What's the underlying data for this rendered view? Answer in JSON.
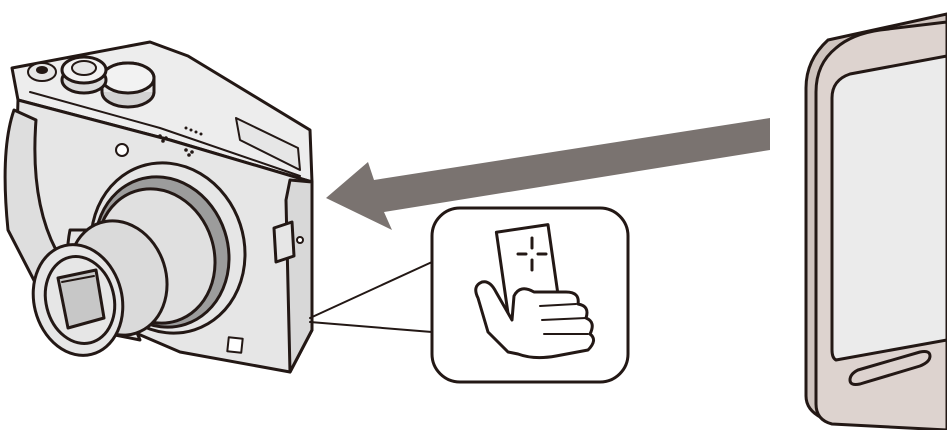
{
  "figure": {
    "items": [
      "camera",
      "transfer-arrow",
      "nfc-antenna-callout",
      "smartphone"
    ],
    "colors": {
      "outline": "#231815",
      "device_fill": "#e6e6e6",
      "device_shade": "#d2d2d2",
      "lens_fill": "#cfcfcf",
      "arrow": "#7a7370",
      "phone_body": "#ddd3cf",
      "phone_screen": "#ebebeb",
      "background": "#ffffff"
    },
    "icons": {
      "camera": "camera-icon",
      "arrow": "arrow-left-icon",
      "callout": "nfc-touch-icon",
      "phone": "smartphone-icon"
    }
  }
}
